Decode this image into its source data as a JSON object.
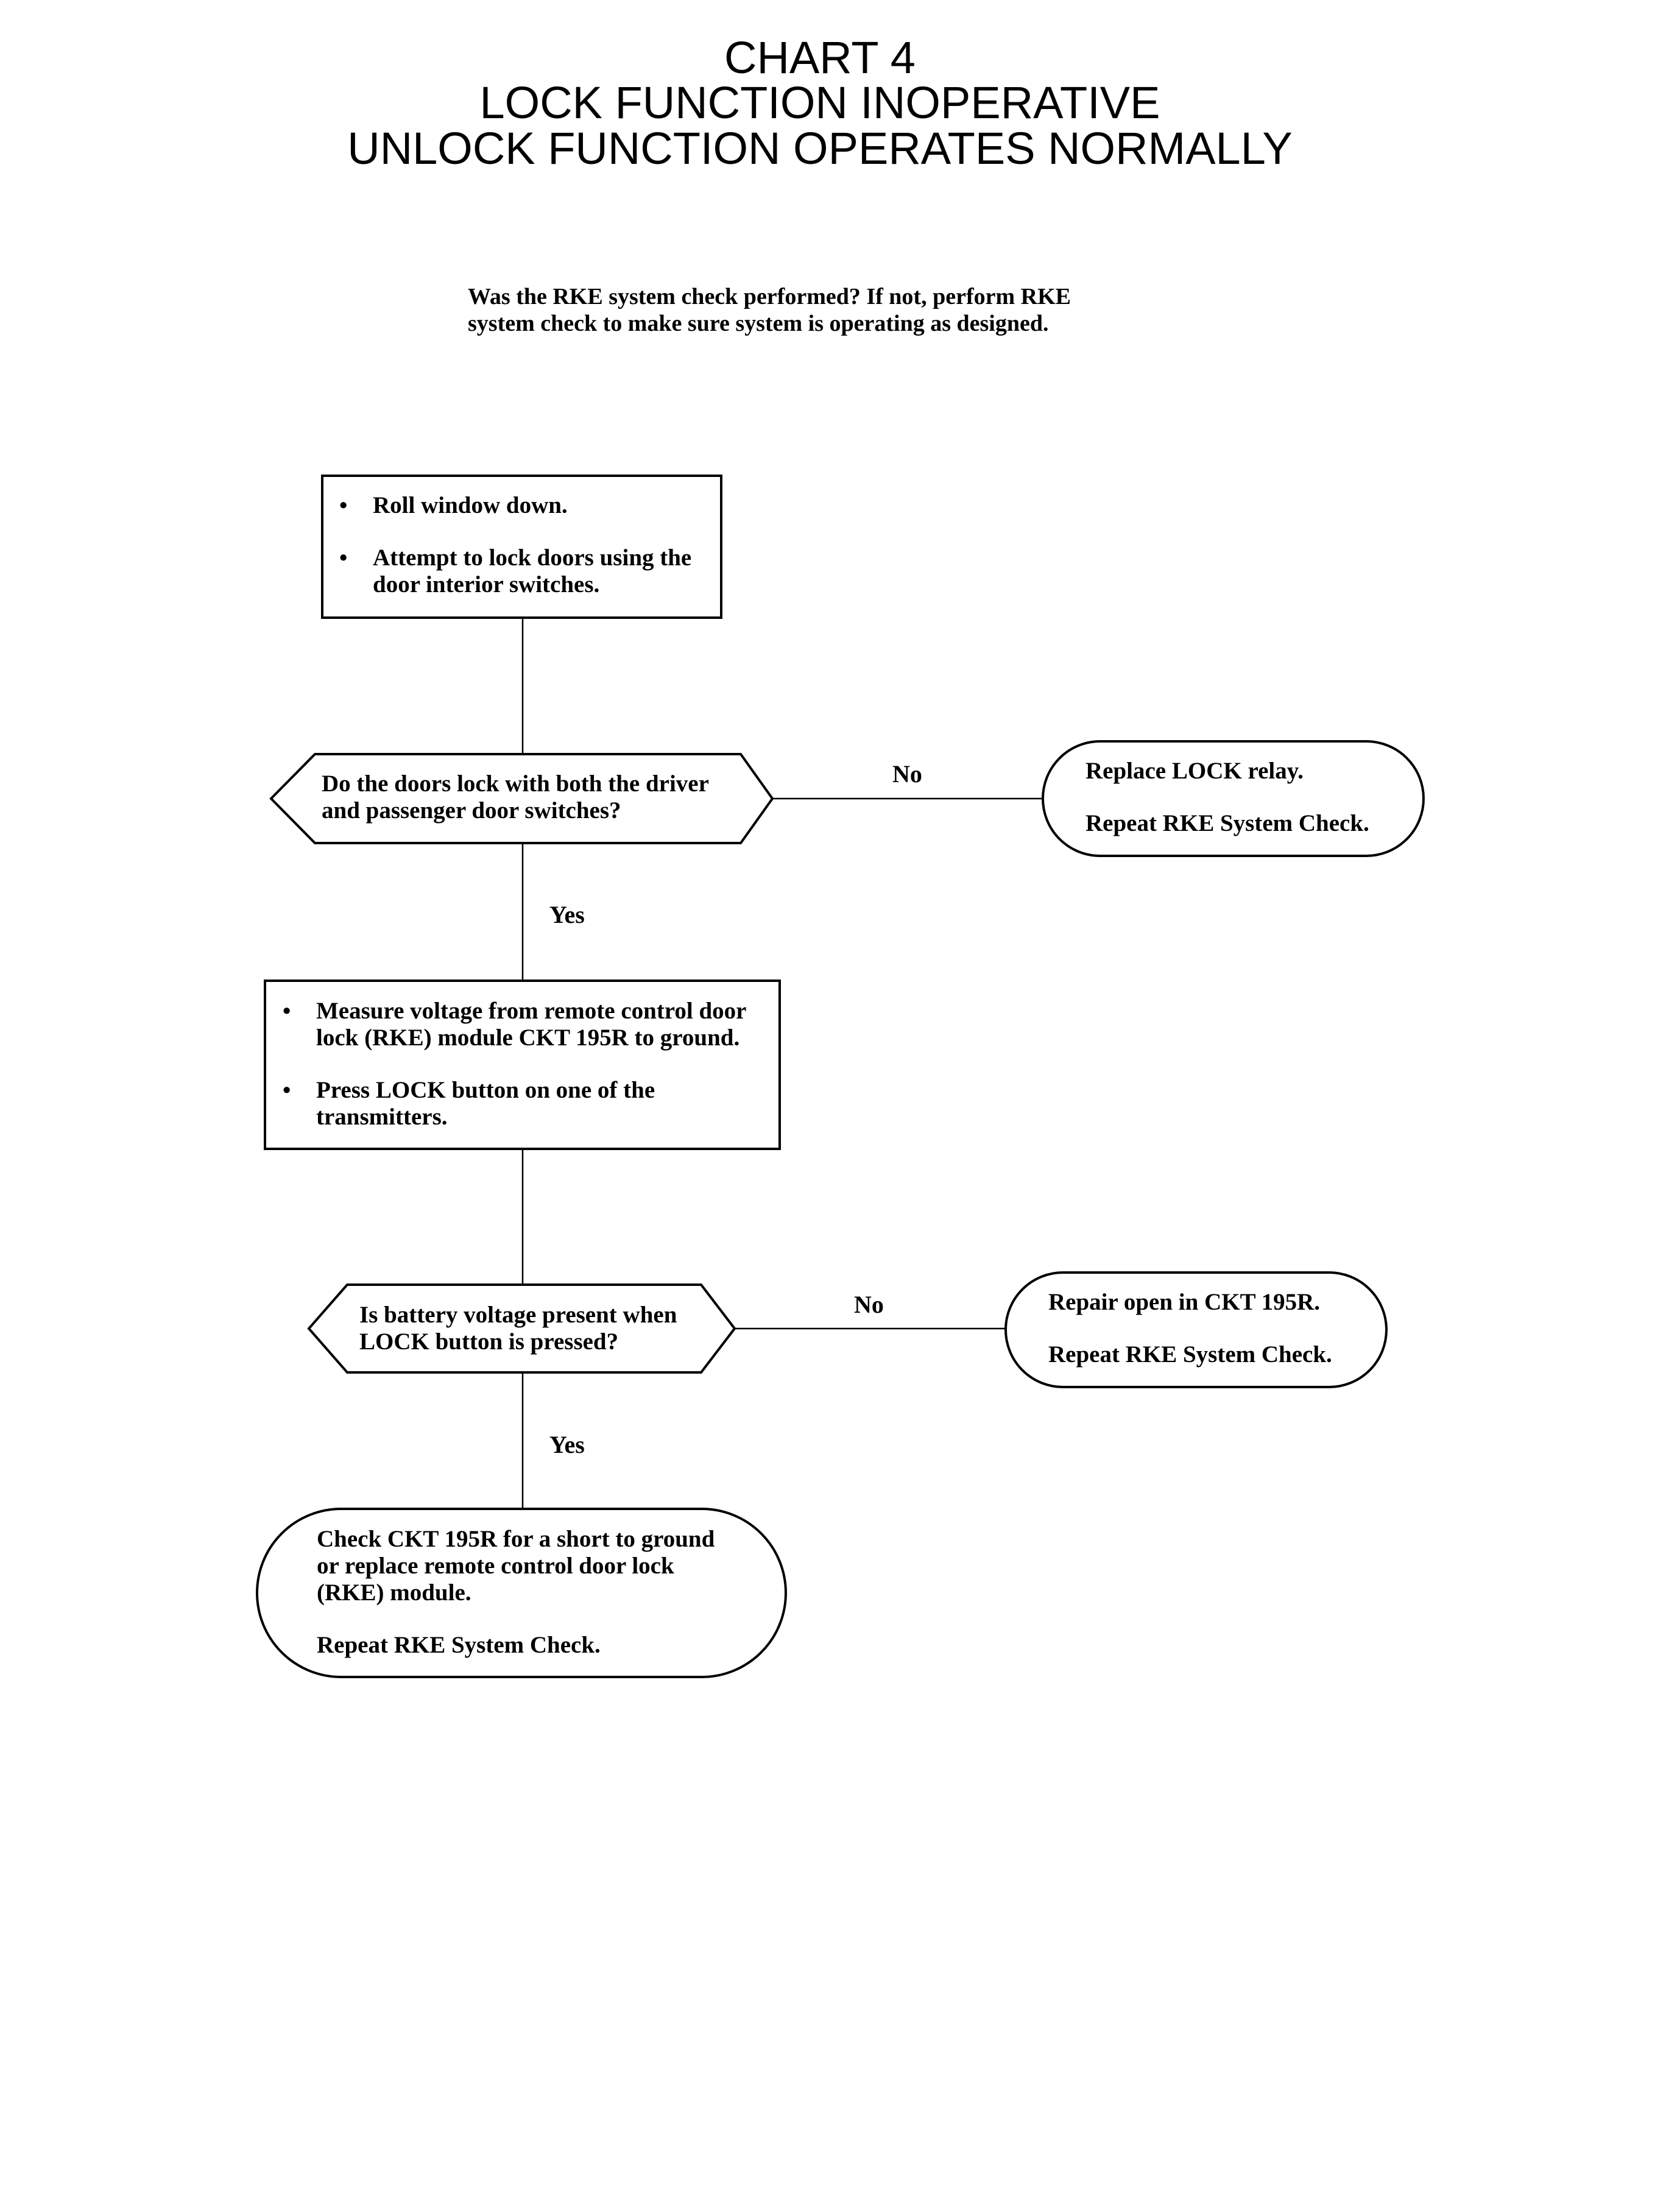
{
  "header": {
    "line1": "CHART 4",
    "line2": "LOCK FUNCTION INOPERATIVE",
    "line3": "UNLOCK FUNCTION OPERATES NORMALLY"
  },
  "intro": {
    "line1": "Was the RKE system check performed? If not, perform RKE",
    "line2": "system check to make sure system is operating as designed."
  },
  "step1": {
    "bullet1": "Roll window down.",
    "bullet2_line1": "Attempt to lock doors using the",
    "bullet2_line2": "door interior switches."
  },
  "decision1": {
    "line1": "Do the doors lock with both the driver",
    "line2": "and passenger door switches?"
  },
  "result1": {
    "line1": "Replace LOCK relay.",
    "line2": "Repeat RKE System Check."
  },
  "step2": {
    "bullet1_line1": "Measure voltage from remote control door",
    "bullet1_line2": "lock (RKE) module CKT 195R to ground.",
    "bullet2_line1": "Press LOCK button on one of the",
    "bullet2_line2": "transmitters."
  },
  "decision2": {
    "line1": "Is battery voltage present when",
    "line2": "LOCK button is pressed?"
  },
  "result2": {
    "line1": "Repair open in CKT 195R.",
    "line2": "Repeat RKE System Check."
  },
  "result3": {
    "line1": "Check CKT 195R for a short to ground",
    "line2": "or replace remote control door lock",
    "line3": "(RKE) module.",
    "line4": "Repeat RKE System Check."
  },
  "labels": {
    "no": "No",
    "yes": "Yes"
  },
  "icons": {
    "bullet": "•"
  }
}
